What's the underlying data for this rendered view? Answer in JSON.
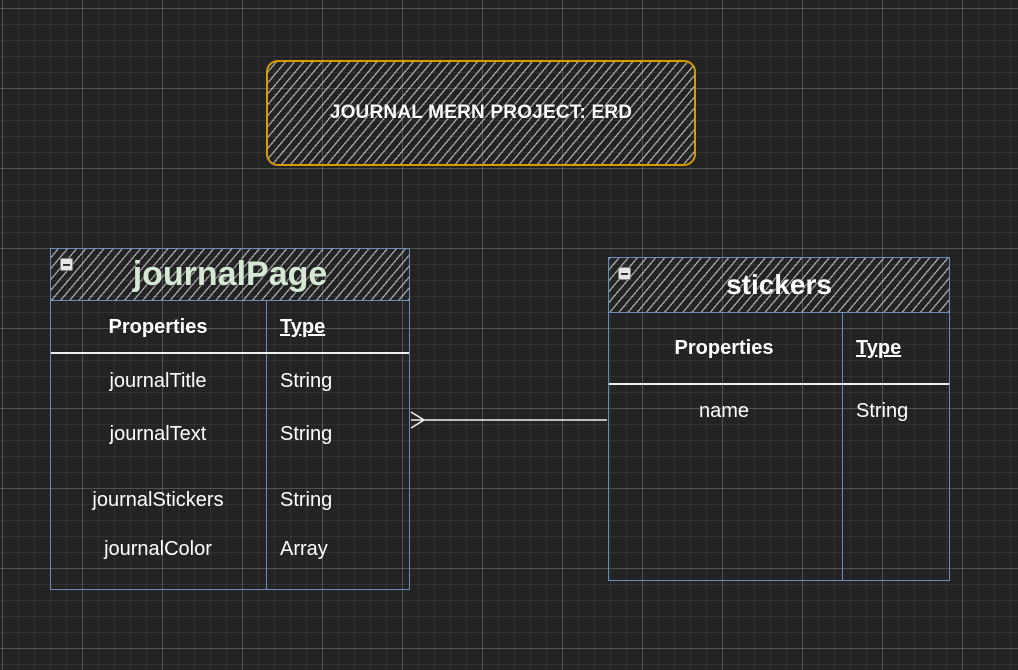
{
  "title": "JOURNAL MERN PROJECT: ERD",
  "colors": {
    "canvas": "#232323",
    "title_border": "#d79b00",
    "table_border": "#6c8ebf",
    "journal_name": "#d5e8d4",
    "text": "#ffffff"
  },
  "tables": {
    "journalPage": {
      "name": "journalPage",
      "headers": {
        "properties": "Properties",
        "type": "Type"
      },
      "rows": [
        {
          "property": "journalTitle",
          "type": "String"
        },
        {
          "property": "journalText",
          "type": "String"
        },
        {
          "property": "journalStickers",
          "type": "String"
        },
        {
          "property": "journalColor",
          "type": "Array"
        }
      ]
    },
    "stickers": {
      "name": "stickers",
      "headers": {
        "properties": "Properties",
        "type": "Type"
      },
      "rows": [
        {
          "property": "name",
          "type": "String"
        }
      ]
    }
  },
  "relationship": {
    "from": "journalPage",
    "to": "stickers",
    "cardinality_from": "many",
    "cardinality_to": "one"
  },
  "icons": {
    "collapse": "collapse-minus-icon"
  }
}
